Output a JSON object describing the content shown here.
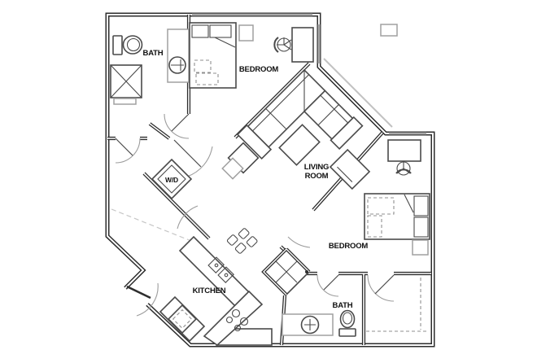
{
  "palette": {
    "wall": "#2d2d2d",
    "fixture": "#4a4a4a",
    "light_fixture": "#a0a0a0",
    "window": "#a9a9a9",
    "arc": "#9c9c9c",
    "dash": "#c6c6c6",
    "label": "#101010"
  },
  "labels": {
    "bath_upper": "BATH",
    "bedroom_upper": "BEDROOM",
    "living_room_line1": "LIVING",
    "living_room_line2": "ROOM",
    "washer_dryer": "W/D",
    "kitchen": "KITCHEN",
    "bedroom_lower": "BEDROOM",
    "bath_lower": "BATH"
  },
  "fixture_icons": [
    "toilet-icon",
    "sink-icon",
    "shower-icon",
    "vanity-counter",
    "bed-icon",
    "pillow",
    "nightstand",
    "desk",
    "desk-chair-icon",
    "sectional-sofa-icon",
    "coffee-table",
    "armchair",
    "ottoman",
    "accent-chair",
    "washer-dryer-unit",
    "kitchen-counter",
    "double-sink-icon",
    "range-burners-icon",
    "refrigerator-icon",
    "bar-stool",
    "closet-rod",
    "door-swing",
    "window"
  ]
}
